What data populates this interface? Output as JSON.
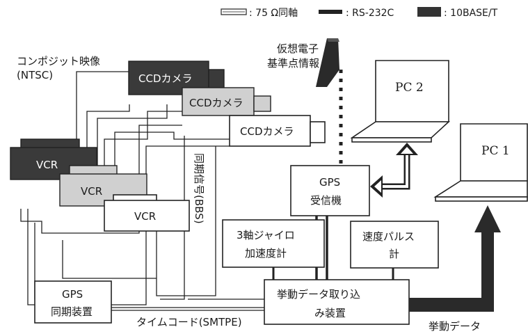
{
  "legend": {
    "coax": ": 75 Ω同軸",
    "rs232c": ": RS-232C",
    "base10": ": 10BASE/T"
  },
  "labels": {
    "composite_line1": "コンポジット映像",
    "composite_line2": "(NTSC)",
    "virtual_line1": "仮想電子",
    "virtual_line2": "基準点情報",
    "sync_signal": "同期信号(BBS)",
    "timecode": "タイムコード(SMTPE)",
    "behavior_data": "挙動データ"
  },
  "devices": {
    "ccd1": "CCDカメラ",
    "ccd2": "CCDカメラ",
    "ccd3": "CCDカメラ",
    "vcr1": "VCR",
    "vcr2": "VCR",
    "vcr3": "VCR",
    "pc2": "PC 2",
    "pc1": "PC 1",
    "gps_rx_line1": "GPS",
    "gps_rx_line2": "受信機",
    "gyro_line1": "3軸ジャイロ",
    "gyro_line2": "加速度計",
    "speed_line1": "速度パルス",
    "speed_line2": "計",
    "gps_sync_line1": "GPS",
    "gps_sync_line2": "同期装置",
    "capture_line1": "挙動データ取り込",
    "capture_line2": "み装置"
  },
  "colors": {
    "dark_fill": "#3a3a3a",
    "light_fill": "#d0d0d0",
    "line": "#222222"
  }
}
